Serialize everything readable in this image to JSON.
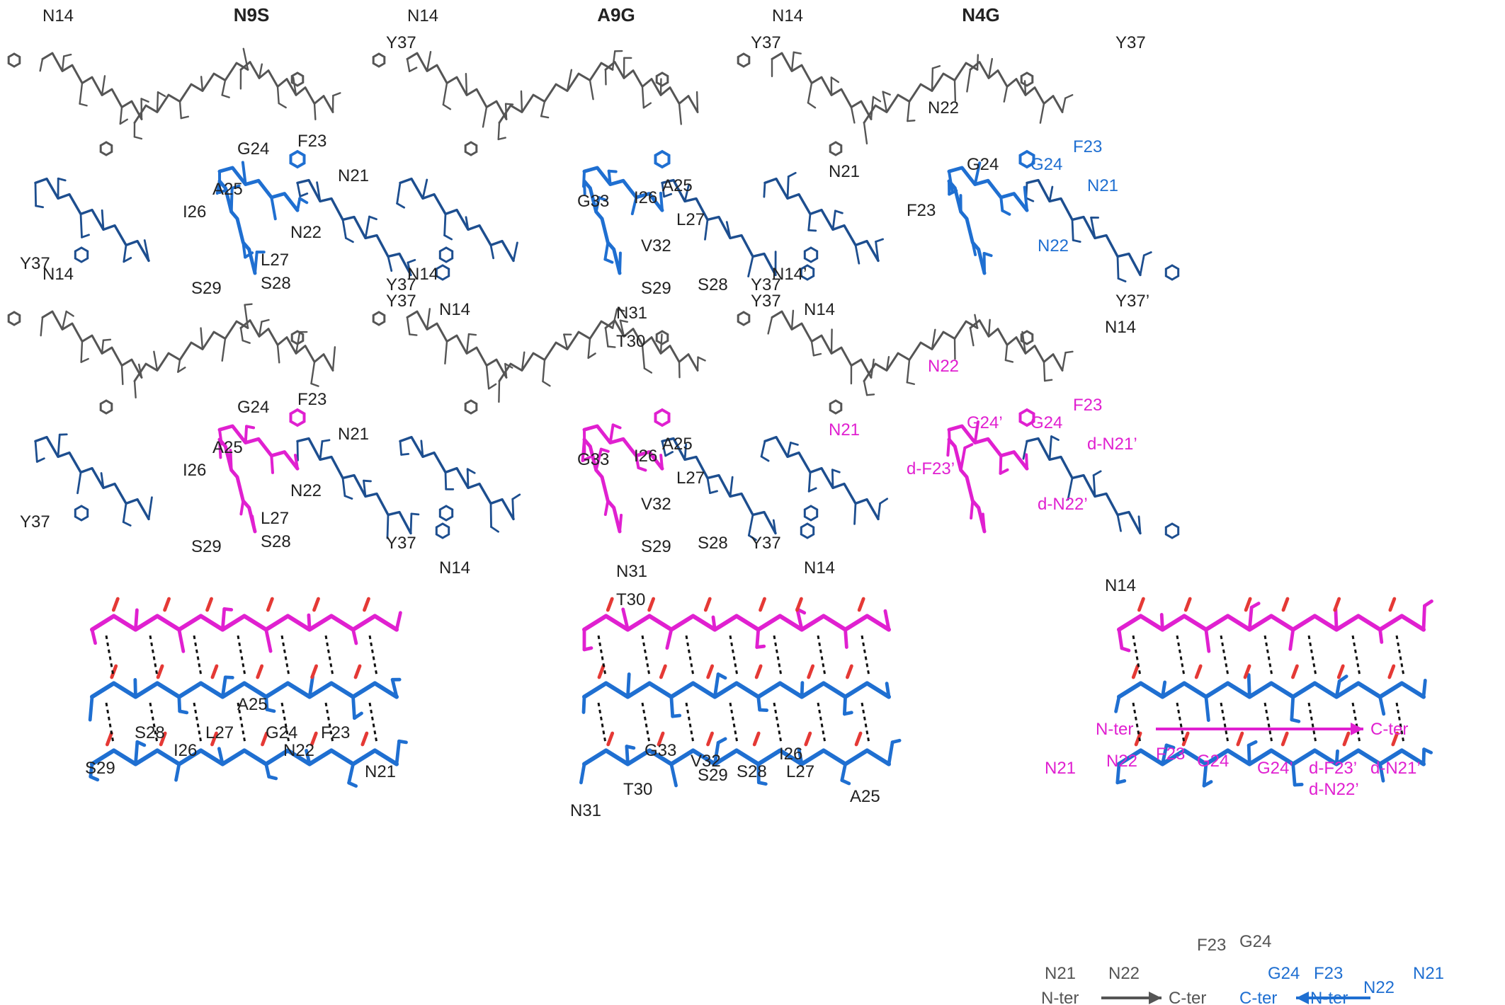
{
  "colors": {
    "grey": "#555555",
    "light_grey": "#bdbdbd",
    "blue": "#1f6fd1",
    "dark_blue": "#1d4e8f",
    "magenta": "#e020d0",
    "red_atom": "#e53935",
    "text": "#222222"
  },
  "panels": {
    "titles": [
      "N9S",
      "A9G",
      "N4G"
    ],
    "top": [
      {
        "labels": [
          "N14",
          "Y37",
          "F23",
          "G24",
          "N21",
          "A25",
          "I26",
          "N22",
          "L27",
          "Y37",
          "S29",
          "S28",
          "N14"
        ]
      },
      {
        "labels": [
          "N14",
          "Y37",
          "A25",
          "G33",
          "I26",
          "L27",
          "V32",
          "Y37",
          "S29",
          "S28",
          "N31",
          "T30",
          "N14"
        ]
      },
      {
        "labels": [
          "N14",
          "Y37",
          "N22",
          "N21",
          "G24",
          "F23",
          "N21",
          "F23",
          "G24",
          "N22",
          "Y37",
          "N14"
        ]
      }
    ],
    "middle": [
      {
        "labels": [
          "N14",
          "Y37",
          "F23",
          "G24",
          "N21",
          "A25",
          "I26",
          "N22",
          "L27",
          "Y37",
          "S29",
          "S28",
          "N14"
        ]
      },
      {
        "labels": [
          "N14",
          "Y37",
          "A25",
          "G33",
          "I26",
          "L27",
          "V32",
          "Y37",
          "S29",
          "S28",
          "N31",
          "T30",
          "N14"
        ]
      },
      {
        "labels": [
          "N14’",
          "Y37’",
          "N22",
          "N21",
          "G24’",
          "d-F23’",
          "d-N21’",
          "F23",
          "G24",
          "d-N22’",
          "Y37",
          "N14"
        ]
      }
    ],
    "bottom": [
      {
        "labels": [
          "A25",
          "S28",
          "L27",
          "G24",
          "F23",
          "N22",
          "I26",
          "S29",
          "N21"
        ]
      },
      {
        "labels": [
          "G33",
          "V32",
          "I26",
          "T30",
          "S28",
          "L27",
          "S29",
          "A25",
          "N31"
        ]
      },
      {
        "top_labels": [
          "N21",
          "N22",
          "F23",
          "G24",
          "G24’",
          "d-F23’",
          "d-N22’",
          "d-N21’"
        ],
        "grey_labels": [
          "G24",
          "F23",
          "N21",
          "N22"
        ],
        "blue_labels": [
          "G24",
          "F23",
          "N22",
          "N21"
        ],
        "arrow_top": {
          "from": "N-ter",
          "to": "C-ter"
        },
        "arrow_grey": {
          "from": "N-ter",
          "to": "C-ter"
        },
        "arrow_blue": {
          "from": "C-ter",
          "to": "N-ter"
        }
      }
    ]
  }
}
